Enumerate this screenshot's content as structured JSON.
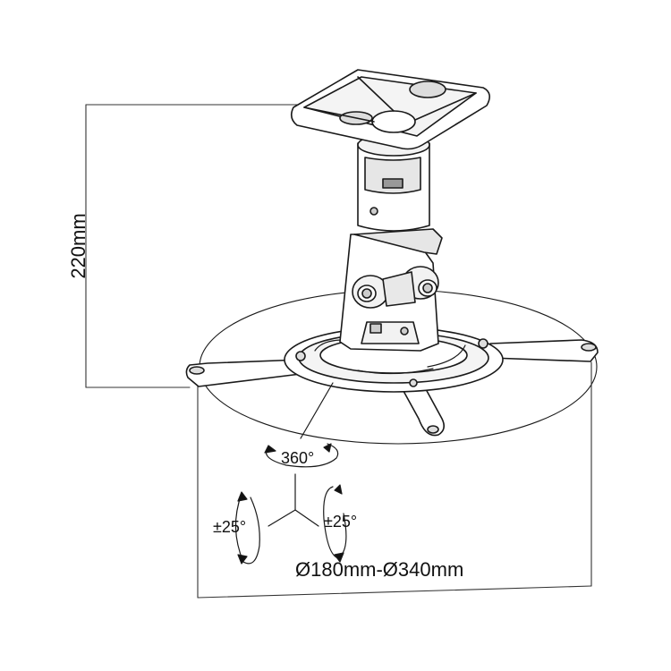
{
  "dimensions": {
    "height": "220mm",
    "diameter_range": "Ø180mm-Ø340mm"
  },
  "movement": {
    "rotation": "360°",
    "tilt_left": "±25°",
    "tilt_right": "±25°"
  },
  "colors": {
    "line": "#1a1a1a",
    "dimension_line": "#333333",
    "fill": "#ffffff",
    "shade": "#e6e6e6"
  }
}
